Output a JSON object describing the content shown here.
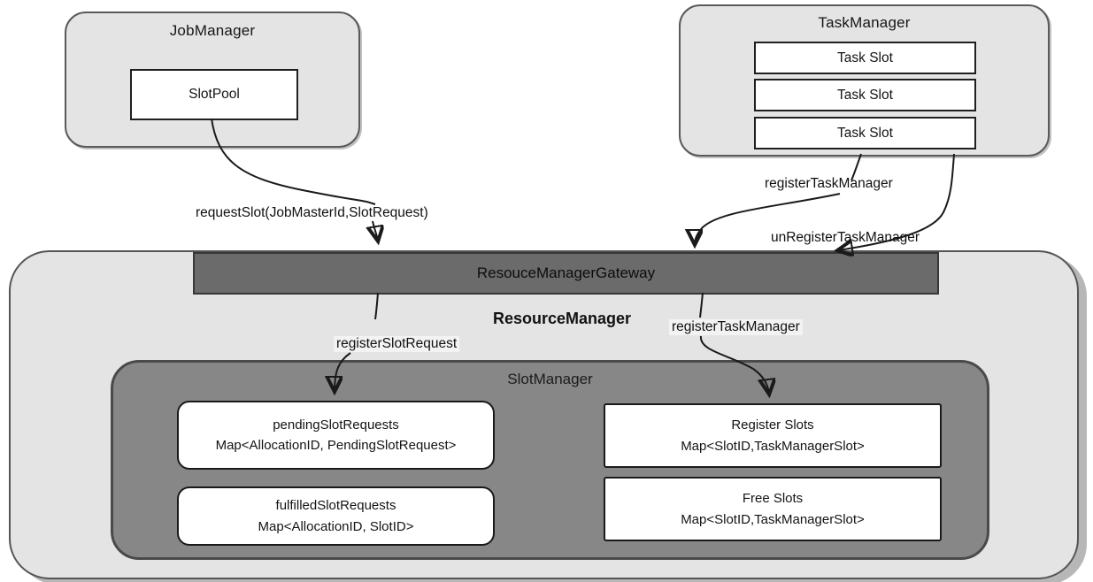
{
  "diagram": {
    "job_manager": {
      "title": "JobManager",
      "slot_pool_label": "SlotPool"
    },
    "task_manager": {
      "title": "TaskManager",
      "slots": [
        "Task Slot",
        "Task Slot",
        "Task Slot"
      ]
    },
    "resource_manager": {
      "title": "ResourceManager",
      "gateway_label": "ResouceManagerGateway",
      "slot_manager": {
        "title": "SlotManager",
        "boxes": [
          {
            "name": "pendingSlotRequests",
            "type": "Map<AllocationID, PendingSlotRequest>"
          },
          {
            "name": "fulfilledSlotRequests",
            "type": "Map<AllocationID, SlotID>"
          },
          {
            "name": "Register Slots",
            "type": "Map<SlotID,TaskManagerSlot>"
          },
          {
            "name": "Free Slots",
            "type": "Map<SlotID,TaskManagerSlot>"
          }
        ]
      }
    },
    "edge_labels": {
      "request_slot": "requestSlot(JobMasterId,SlotRequest)",
      "register_task_manager_top": "registerTaskManager",
      "unregister_task_manager": "unRegisterTaskManager",
      "register_slot_request": "registerSlotRequest",
      "register_task_manager_inner": "registerTaskManager"
    },
    "colors": {
      "container_light": "#e4e4e4",
      "slot_manager_gray": "#878787",
      "gateway_gray": "#6b6b6b",
      "box_white": "#ffffff",
      "border_dark": "#1a1a1a",
      "border_container": "#5a5a5a"
    }
  }
}
